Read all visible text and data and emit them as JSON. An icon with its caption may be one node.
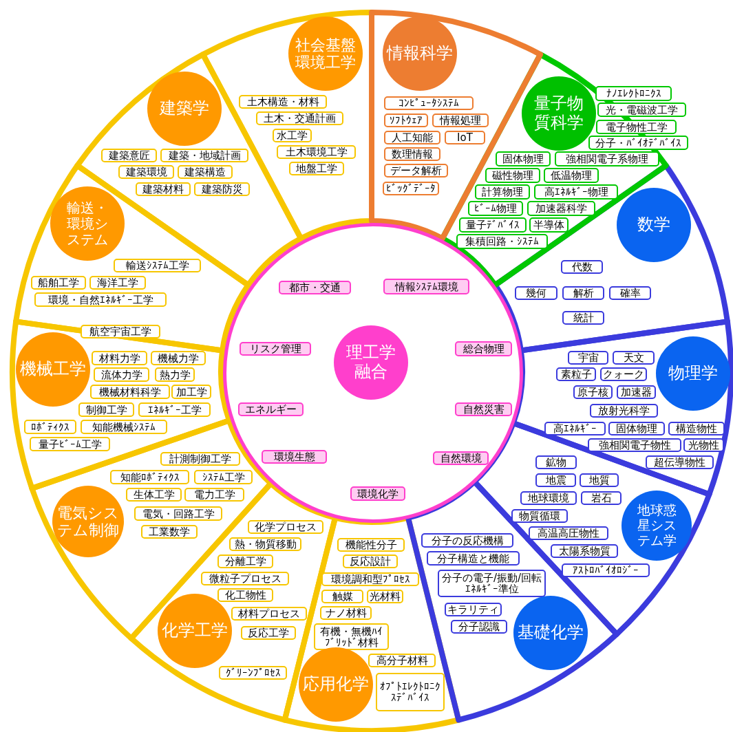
{
  "diagram": {
    "nodes": [
      {
        "text": [],
        "shape": "circle"
      },
      {
        "text": [
          "理工学融合"
        ],
        "in": 0
      },
      {
        "text": [
          "都市・交通"
        ],
        "in": 0
      },
      {
        "text": [
          "情報ｼｽﾃﾑ環境"
        ],
        "in": 0
      },
      {
        "text": [
          "リスク管理"
        ],
        "in": 0
      },
      {
        "text": [
          "総合物理"
        ],
        "in": 0
      },
      {
        "text": [
          "エネルギー"
        ],
        "in": 0
      },
      {
        "text": [
          "自然災害"
        ],
        "in": 0
      },
      {
        "text": [
          "環境生態"
        ],
        "in": 0
      },
      {
        "text": [
          "自然環境"
        ],
        "in": 0
      },
      {
        "text": [
          "環境化学"
        ],
        "in": 0
      },
      {
        "text": [
          "社会基盤環境工学"
        ]
      },
      {
        "text": [
          "土木構造・材料"
        ]
      },
      {
        "text": [
          "土木・交通計画"
        ]
      },
      {
        "text": [
          "水工学"
        ]
      },
      {
        "text": [
          "土木環境工学"
        ]
      },
      {
        "text": [
          "地盤工学"
        ]
      },
      {
        "text": [
          "情報科学"
        ]
      },
      {
        "text": [
          "ｺﾝﾋﾟｭｰﾀｼｽﾃﾑ"
        ]
      },
      {
        "text": [
          "ｿﾌﾄｳｪｱ"
        ]
      },
      {
        "text": [
          "情報処理"
        ]
      },
      {
        "text": [
          "人工知能"
        ]
      },
      {
        "text": [
          "IoT"
        ]
      },
      {
        "text": [
          "数理情報"
        ]
      },
      {
        "text": [
          "データ解析"
        ]
      },
      {
        "text": [
          "ﾋﾞｯｸﾞﾃﾞｰﾀ"
        ]
      },
      {
        "text": [
          "量子物質科学"
        ]
      },
      {
        "text": [
          "ﾅﾉｴﾚｸﾄﾛﾆｸｽ"
        ]
      },
      {
        "text": [
          "光・電磁波工学"
        ]
      },
      {
        "text": [
          "電子物性工学"
        ]
      },
      {
        "text": [
          "分子・ﾊﾞｲｵﾃﾞﾊﾞｲｽ"
        ]
      },
      {
        "text": [
          "固体物理"
        ]
      },
      {
        "text": [
          "強相関電子系物理"
        ]
      },
      {
        "text": [
          "磁性物理"
        ]
      },
      {
        "text": [
          "低温物理"
        ]
      },
      {
        "text": [
          "計算物理"
        ]
      },
      {
        "text": [
          "高ｴﾈﾙｷﾞｰ物理"
        ]
      },
      {
        "text": [
          "ﾋﾞｰﾑ物理"
        ]
      },
      {
        "text": [
          "加速器科学"
        ]
      },
      {
        "text": [
          "量子ﾃﾞﾊﾞｲｽ"
        ]
      },
      {
        "text": [
          "半導体"
        ]
      },
      {
        "text": [
          "集積回路・ｼｽﾃﾑ"
        ]
      },
      {
        "text": [
          "数学"
        ]
      },
      {
        "text": [
          "代数"
        ]
      },
      {
        "text": [
          "幾何"
        ]
      },
      {
        "text": [
          "解析"
        ]
      },
      {
        "text": [
          "確率"
        ]
      },
      {
        "text": [
          "統計"
        ]
      },
      {
        "text": [
          "物理学"
        ]
      },
      {
        "text": [
          "宇宙"
        ]
      },
      {
        "text": [
          "天文"
        ]
      },
      {
        "text": [
          "素粒子"
        ]
      },
      {
        "text": [
          "クォーク"
        ]
      },
      {
        "text": [
          "原子核"
        ]
      },
      {
        "text": [
          "加速器"
        ]
      },
      {
        "text": [
          "放射光科学"
        ]
      },
      {
        "text": [
          "高ｴﾈﾙｷﾞｰ"
        ]
      },
      {
        "text": [
          "固体物理"
        ]
      },
      {
        "text": [
          "構造物性"
        ]
      },
      {
        "text": [
          "強相関電子物性"
        ]
      },
      {
        "text": [
          "光物性"
        ]
      },
      {
        "text": [
          "超伝導物性"
        ]
      },
      {
        "text": [
          "鉱物"
        ]
      },
      {
        "text": [
          "地震"
        ]
      },
      {
        "text": [
          "地質"
        ]
      },
      {
        "text": [
          "地球環境"
        ]
      },
      {
        "text": [
          "岩石"
        ]
      },
      {
        "text": [
          "物質循環"
        ]
      },
      {
        "text": [
          "高温高圧物性"
        ]
      },
      {
        "text": [
          "太陽系物質"
        ]
      },
      {
        "text": [
          "ｱｽﾄﾛﾊﾞｲｵﾛｼﾞｰ"
        ]
      },
      {
        "text": [
          "地球惑星システム学"
        ]
      },
      {
        "text": [
          "分子の反応機構"
        ]
      },
      {
        "text": [
          "分子構造と機能"
        ]
      },
      {
        "text": [
          "分子の電子/振動/回転ｴﾈﾙｷﾞｰ準位"
        ]
      },
      {
        "text": [
          "キラリティ"
        ]
      },
      {
        "text": [
          "分子認識"
        ]
      },
      {
        "text": [
          "基礎化学"
        ]
      },
      {
        "text": [
          "機能性分子"
        ]
      },
      {
        "text": [
          "反応設計"
        ]
      },
      {
        "text": [
          "環境調和型ﾌﾟﾛｾｽ"
        ]
      },
      {
        "text": [
          "触媒"
        ]
      },
      {
        "text": [
          "光材料"
        ]
      },
      {
        "text": [
          "ナノ材料"
        ]
      },
      {
        "text": [
          "有機・無機ﾊｲﾌﾞﾘｯﾄﾞ材料"
        ]
      },
      {
        "text": [
          "高分子材料"
        ]
      },
      {
        "text": [
          "応用化学"
        ]
      },
      {
        "text": [
          "ｵﾌﾟﾄｴﾚｸﾄﾛﾆｸｽﾃﾞﾊﾞｲｽ"
        ]
      },
      {
        "text": [
          "化学プロセス"
        ]
      },
      {
        "text": [
          "熱・物質移動"
        ]
      },
      {
        "text": [
          "分離工学"
        ]
      },
      {
        "text": [
          "微粒子プロセス"
        ]
      },
      {
        "text": [
          "化工物性"
        ]
      },
      {
        "text": [
          "化学工学"
        ]
      },
      {
        "text": [
          "材料プロセス"
        ]
      },
      {
        "text": [
          "反応工学"
        ]
      },
      {
        "text": [
          "ｸﾞﾘｰﾝﾌﾟﾛｾｽ"
        ]
      },
      {
        "text": [
          "計測制御工学"
        ]
      },
      {
        "text": [
          "知能ﾛﾎﾞﾃｨｸｽ"
        ]
      },
      {
        "text": [
          "ｼｽﾃﾑ工学"
        ]
      },
      {
        "text": [
          "生体工学"
        ]
      },
      {
        "text": [
          "電力工学"
        ]
      },
      {
        "text": [
          "電気・回路工学"
        ]
      },
      {
        "text": [
          "工業数学"
        ]
      },
      {
        "text": [
          "電気システム制御"
        ]
      },
      {
        "text": [
          "航空宇宙工学"
        ]
      },
      {
        "text": [
          "機械工学"
        ]
      },
      {
        "text": [
          "材料力学"
        ]
      },
      {
        "text": [
          "機械力学"
        ]
      },
      {
        "text": [
          "流体力学"
        ]
      },
      {
        "text": [
          "熱力学"
        ]
      },
      {
        "text": [
          "機械材料科学"
        ]
      },
      {
        "text": [
          "加工学"
        ]
      },
      {
        "text": [
          "制御工学"
        ]
      },
      {
        "text": [
          "ｴﾈﾙｷﾞｰ工学"
        ]
      },
      {
        "text": [
          "ﾛﾎﾞﾃｨｸｽ"
        ]
      },
      {
        "text": [
          "知能機械ｼｽﾃﾑ"
        ]
      },
      {
        "text": [
          "量子ﾋﾞｰﾑ工学"
        ]
      },
      {
        "text": [
          "輸送・環境システム"
        ]
      },
      {
        "text": [
          "輸送ｼｽﾃﾑ工学"
        ]
      },
      {
        "text": [
          "船舶工学"
        ]
      },
      {
        "text": [
          "海洋工学"
        ]
      },
      {
        "text": [
          "環境・自然ｴﾈﾙｷﾞｰ工学"
        ]
      },
      {
        "text": [
          "建築学"
        ]
      },
      {
        "text": [
          "建築意匠"
        ]
      },
      {
        "text": [
          "建築・地域計画"
        ]
      },
      {
        "text": [
          "建築環境"
        ]
      },
      {
        "text": [
          "建築構造"
        ]
      },
      {
        "text": [
          "建築材料"
        ]
      },
      {
        "text": [
          "建築防災"
        ]
      }
    ]
  }
}
